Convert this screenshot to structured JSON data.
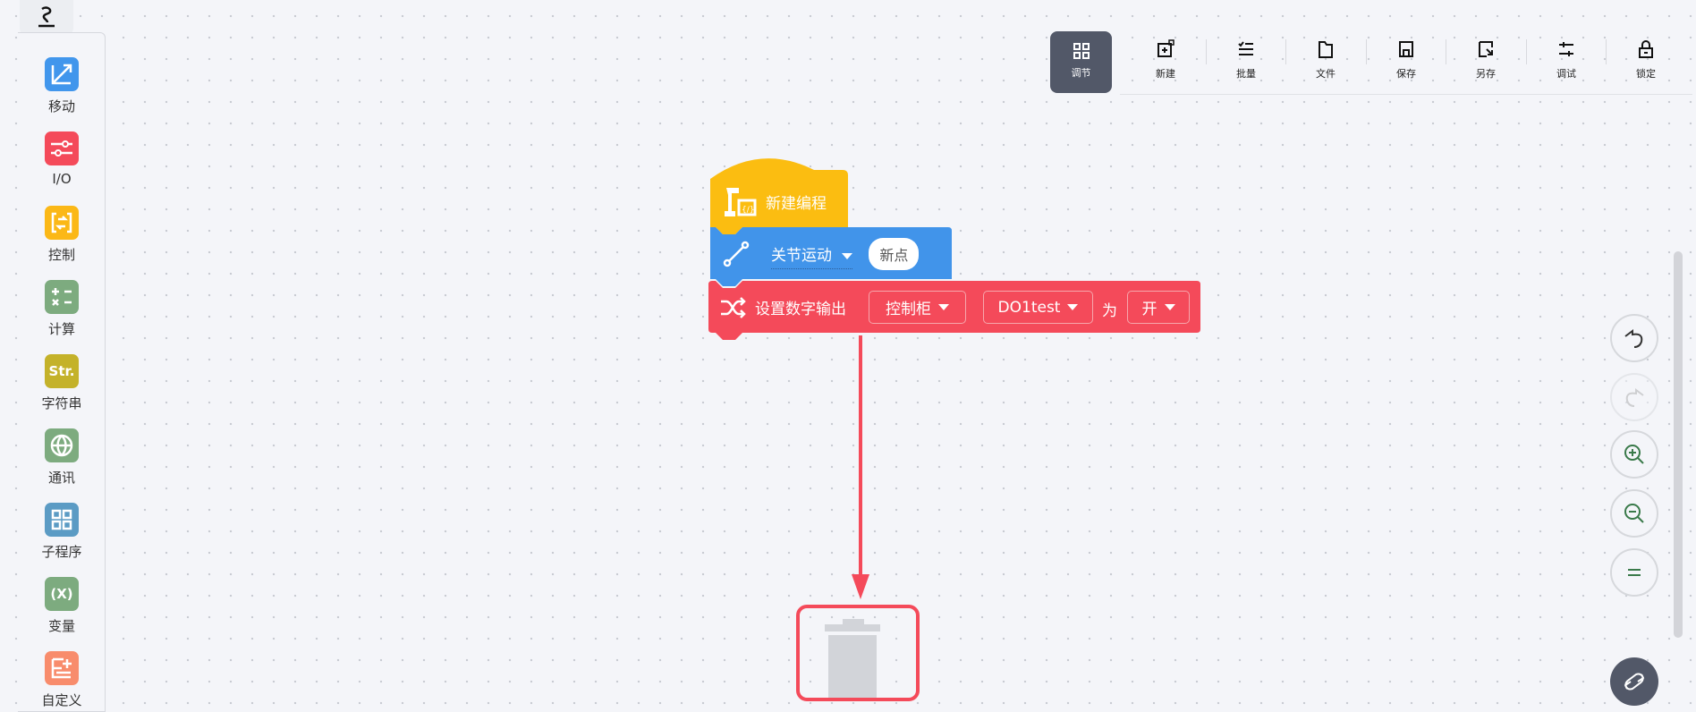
{
  "sidebar": {
    "categories": [
      {
        "label": "移动",
        "icon": "move-icon",
        "color": "#4196ec"
      },
      {
        "label": "I/O",
        "icon": "io-sliders-icon",
        "color": "#f44a5a"
      },
      {
        "label": "控制",
        "icon": "control-loop-icon",
        "color": "#fbb817"
      },
      {
        "label": "计算",
        "icon": "calculator-icon",
        "color": "#7dab7f"
      },
      {
        "label": "字符串",
        "icon": "string-icon",
        "color": "#c4b22a",
        "icon_text": "Str."
      },
      {
        "label": "通讯",
        "icon": "globe-icon",
        "color": "#7dab7f"
      },
      {
        "label": "子程序",
        "icon": "grid-icon",
        "color": "#5b9bc4"
      },
      {
        "label": "变量",
        "icon": "variable-icon",
        "color": "#7dab7f",
        "icon_text": "(X)"
      },
      {
        "label": "自定义",
        "icon": "custom-icon",
        "color": "#f88c6c"
      }
    ]
  },
  "toolbar": {
    "tune": "调节",
    "items": [
      "新建",
      "批量",
      "文件",
      "保存",
      "另存",
      "调试",
      "锁定"
    ]
  },
  "blocks": {
    "hat": "新建编程",
    "move": {
      "label": "关节运动",
      "point": "新点"
    },
    "output": {
      "label": "设置数字输出",
      "target": "控制柜",
      "signal": "DO1test",
      "as": "为",
      "value": "开"
    }
  }
}
